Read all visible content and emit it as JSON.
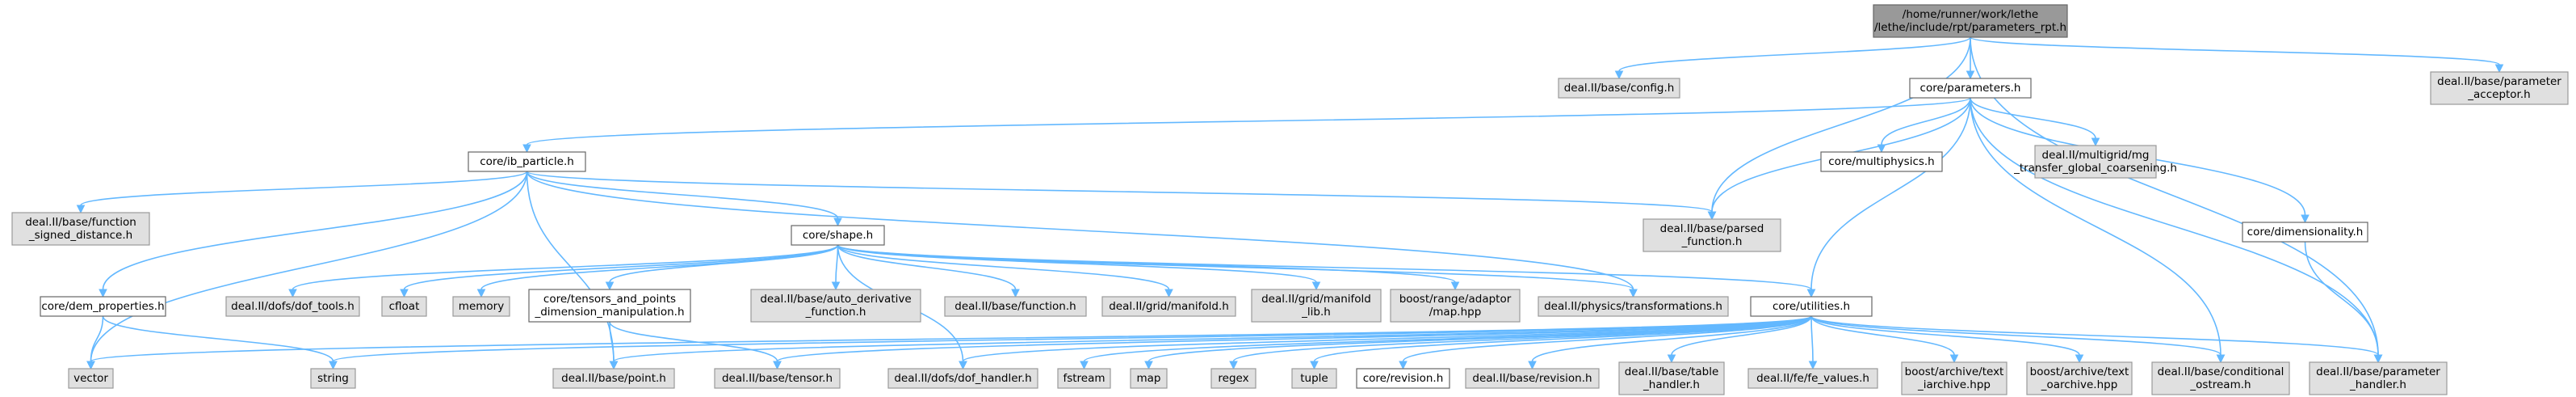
{
  "graph": {
    "root": "/home/runner/work/lethe/lethe/include/rpt/parameters_rpt.h",
    "nodes": [
      {
        "id": "root",
        "lines": [
          "/home/runner/work/lethe",
          "/lethe/include/rpt/parameters_rpt.h"
        ],
        "kind": "root"
      },
      {
        "id": "config",
        "lines": [
          "deal.II/base/config.h"
        ],
        "kind": "ext"
      },
      {
        "id": "params",
        "lines": [
          "core/parameters.h"
        ],
        "kind": "local"
      },
      {
        "id": "param_acceptor",
        "lines": [
          "deal.II/base/parameter",
          "_acceptor.h"
        ],
        "kind": "ext"
      },
      {
        "id": "ib_particle",
        "lines": [
          "core/ib_particle.h"
        ],
        "kind": "local"
      },
      {
        "id": "multiphysics",
        "lines": [
          "core/multiphysics.h"
        ],
        "kind": "local"
      },
      {
        "id": "mg_transfer",
        "lines": [
          "deal.II/multigrid/mg",
          "_transfer_global_coarsening.h"
        ],
        "kind": "ext"
      },
      {
        "id": "func_sd",
        "lines": [
          "deal.II/base/function",
          "_signed_distance.h"
        ],
        "kind": "ext"
      },
      {
        "id": "parsed_func",
        "lines": [
          "deal.II/base/parsed",
          "_function.h"
        ],
        "kind": "ext"
      },
      {
        "id": "dimensionality",
        "lines": [
          "core/dimensionality.h"
        ],
        "kind": "local"
      },
      {
        "id": "shape",
        "lines": [
          "core/shape.h"
        ],
        "kind": "local"
      },
      {
        "id": "dem_props",
        "lines": [
          "core/dem_properties.h"
        ],
        "kind": "local"
      },
      {
        "id": "dof_tools",
        "lines": [
          "deal.II/dofs/dof_tools.h"
        ],
        "kind": "ext"
      },
      {
        "id": "cfloat",
        "lines": [
          "cfloat"
        ],
        "kind": "ext"
      },
      {
        "id": "memory",
        "lines": [
          "memory"
        ],
        "kind": "ext"
      },
      {
        "id": "tensors_pts",
        "lines": [
          "core/tensors_and_points",
          "_dimension_manipulation.h"
        ],
        "kind": "local"
      },
      {
        "id": "auto_deriv",
        "lines": [
          "deal.II/base/auto_derivative",
          "_function.h"
        ],
        "kind": "ext"
      },
      {
        "id": "base_function",
        "lines": [
          "deal.II/base/function.h"
        ],
        "kind": "ext"
      },
      {
        "id": "grid_manifold",
        "lines": [
          "deal.II/grid/manifold.h"
        ],
        "kind": "ext"
      },
      {
        "id": "manifold_lib",
        "lines": [
          "deal.II/grid/manifold",
          "_lib.h"
        ],
        "kind": "ext"
      },
      {
        "id": "boost_map",
        "lines": [
          "boost/range/adaptor",
          "/map.hpp"
        ],
        "kind": "ext"
      },
      {
        "id": "phys_trans",
        "lines": [
          "deal.II/physics/transformations.h"
        ],
        "kind": "ext"
      },
      {
        "id": "utilities",
        "lines": [
          "core/utilities.h"
        ],
        "kind": "local"
      },
      {
        "id": "vector",
        "lines": [
          "vector"
        ],
        "kind": "ext"
      },
      {
        "id": "string",
        "lines": [
          "string"
        ],
        "kind": "ext"
      },
      {
        "id": "point",
        "lines": [
          "deal.II/base/point.h"
        ],
        "kind": "ext"
      },
      {
        "id": "tensor",
        "lines": [
          "deal.II/base/tensor.h"
        ],
        "kind": "ext"
      },
      {
        "id": "dof_handler",
        "lines": [
          "deal.II/dofs/dof_handler.h"
        ],
        "kind": "ext"
      },
      {
        "id": "fstream",
        "lines": [
          "fstream"
        ],
        "kind": "ext"
      },
      {
        "id": "map",
        "lines": [
          "map"
        ],
        "kind": "ext"
      },
      {
        "id": "regex",
        "lines": [
          "regex"
        ],
        "kind": "ext"
      },
      {
        "id": "tuple",
        "lines": [
          "tuple"
        ],
        "kind": "ext"
      },
      {
        "id": "core_revision",
        "lines": [
          "core/revision.h"
        ],
        "kind": "local"
      },
      {
        "id": "base_revision",
        "lines": [
          "deal.II/base/revision.h"
        ],
        "kind": "ext"
      },
      {
        "id": "table_handler",
        "lines": [
          "deal.II/base/table",
          "_handler.h"
        ],
        "kind": "ext"
      },
      {
        "id": "fe_values",
        "lines": [
          "deal.II/fe/fe_values.h"
        ],
        "kind": "ext"
      },
      {
        "id": "text_iarchive",
        "lines": [
          "boost/archive/text",
          "_iarchive.hpp"
        ],
        "kind": "ext"
      },
      {
        "id": "text_oarchive",
        "lines": [
          "boost/archive/text",
          "_oarchive.hpp"
        ],
        "kind": "ext"
      },
      {
        "id": "cond_ostream",
        "lines": [
          "deal.II/base/conditional",
          "_ostream.h"
        ],
        "kind": "ext"
      },
      {
        "id": "param_handler",
        "lines": [
          "deal.II/base/parameter",
          "_handler.h"
        ],
        "kind": "ext"
      }
    ],
    "edges": [
      [
        "root",
        "config"
      ],
      [
        "root",
        "params"
      ],
      [
        "root",
        "param_acceptor"
      ],
      [
        "root",
        "parsed_func"
      ],
      [
        "root",
        "param_handler"
      ],
      [
        "params",
        "ib_particle"
      ],
      [
        "params",
        "multiphysics"
      ],
      [
        "params",
        "mg_transfer"
      ],
      [
        "params",
        "parsed_func"
      ],
      [
        "params",
        "dimensionality"
      ],
      [
        "params",
        "utilities"
      ],
      [
        "params",
        "cond_ostream"
      ],
      [
        "params",
        "param_handler"
      ],
      [
        "ib_particle",
        "func_sd"
      ],
      [
        "ib_particle",
        "parsed_func"
      ],
      [
        "ib_particle",
        "shape"
      ],
      [
        "ib_particle",
        "dem_props"
      ],
      [
        "ib_particle",
        "vector"
      ],
      [
        "ib_particle",
        "point"
      ],
      [
        "ib_particle",
        "phys_trans"
      ],
      [
        "dimensionality",
        "param_handler"
      ],
      [
        "shape",
        "dof_tools"
      ],
      [
        "shape",
        "cfloat"
      ],
      [
        "shape",
        "memory"
      ],
      [
        "shape",
        "tensors_pts"
      ],
      [
        "shape",
        "auto_deriv"
      ],
      [
        "shape",
        "base_function"
      ],
      [
        "shape",
        "grid_manifold"
      ],
      [
        "shape",
        "manifold_lib"
      ],
      [
        "shape",
        "boost_map"
      ],
      [
        "shape",
        "phys_trans"
      ],
      [
        "shape",
        "utilities"
      ],
      [
        "shape",
        "dof_handler"
      ],
      [
        "dem_props",
        "vector"
      ],
      [
        "dem_props",
        "string"
      ],
      [
        "tensors_pts",
        "point"
      ],
      [
        "tensors_pts",
        "tensor"
      ],
      [
        "utilities",
        "vector"
      ],
      [
        "utilities",
        "string"
      ],
      [
        "utilities",
        "point"
      ],
      [
        "utilities",
        "tensor"
      ],
      [
        "utilities",
        "dof_handler"
      ],
      [
        "utilities",
        "fstream"
      ],
      [
        "utilities",
        "map"
      ],
      [
        "utilities",
        "regex"
      ],
      [
        "utilities",
        "tuple"
      ],
      [
        "utilities",
        "core_revision"
      ],
      [
        "utilities",
        "base_revision"
      ],
      [
        "utilities",
        "table_handler"
      ],
      [
        "utilities",
        "fe_values"
      ],
      [
        "utilities",
        "text_iarchive"
      ],
      [
        "utilities",
        "text_oarchive"
      ],
      [
        "utilities",
        "cond_ostream"
      ],
      [
        "utilities",
        "param_handler"
      ]
    ]
  },
  "colors": {
    "edge": "#63b8ff",
    "root_fill": "#999999",
    "local_fill": "#ffffff",
    "external_fill": "#e0e0e0"
  }
}
